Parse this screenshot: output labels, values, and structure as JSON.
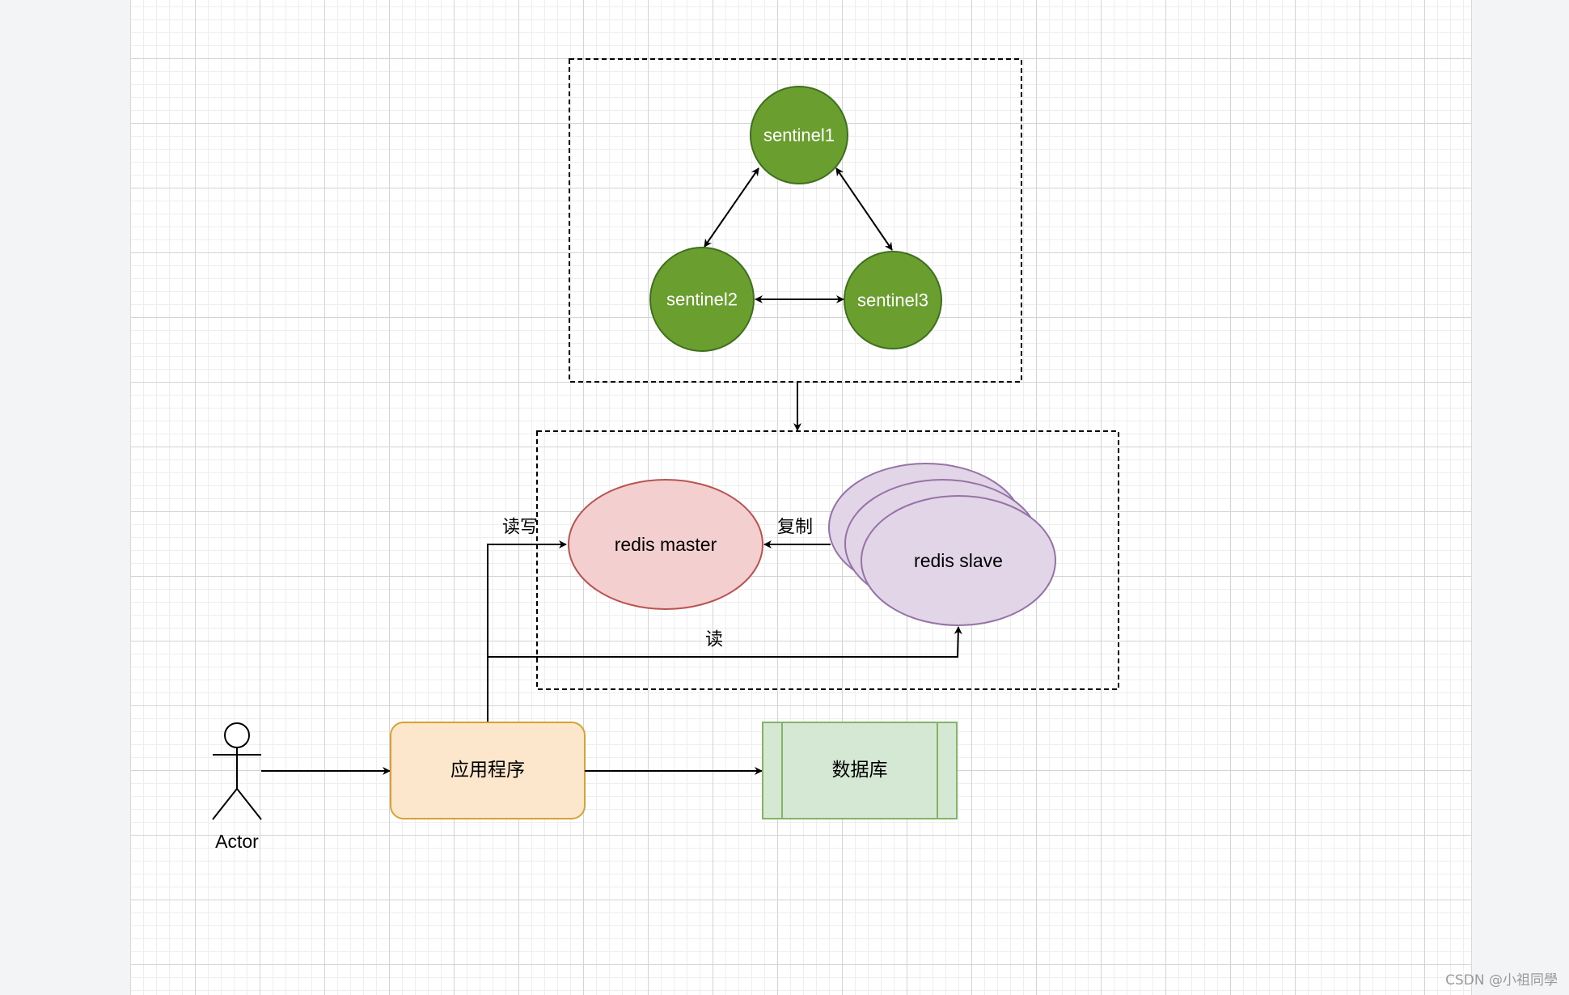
{
  "diagram": {
    "sentinels": {
      "s1": "sentinel1",
      "s2": "sentinel2",
      "s3": "sentinel3"
    },
    "redis": {
      "master": "redis master",
      "slave": "redis slave"
    },
    "edges": {
      "read_write": "读写",
      "replicate": "复制",
      "read": "读"
    },
    "actor": "Actor",
    "app": "应用程序",
    "database": "数据库"
  },
  "watermark": "CSDN @小祖同學",
  "colors": {
    "sentinel_fill": "#6a9e2f",
    "sentinel_stroke": "#3f6f1e",
    "master_fill": "#f4cfcf",
    "master_stroke": "#b85450",
    "slave_fill": "#e1d5e7",
    "slave_stroke": "#9673a6",
    "app_fill": "#fce6cc",
    "app_stroke": "#d6a238",
    "db_fill": "#d5e8d4",
    "db_stroke": "#82b366"
  }
}
